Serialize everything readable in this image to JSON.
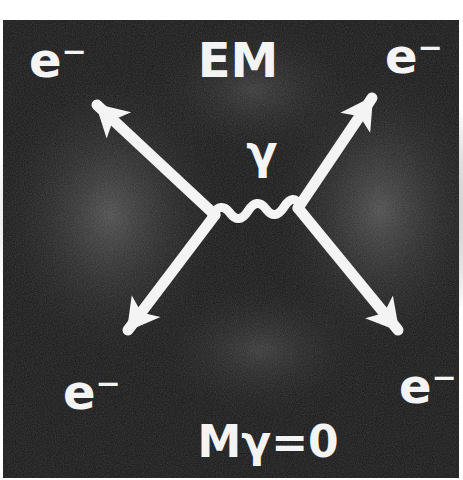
{
  "diagram": {
    "labels": [
      "e⁻",
      "EM",
      "e⁻",
      "γ",
      "e⁻",
      "e⁻",
      "Mγ=0"
    ]
  }
}
